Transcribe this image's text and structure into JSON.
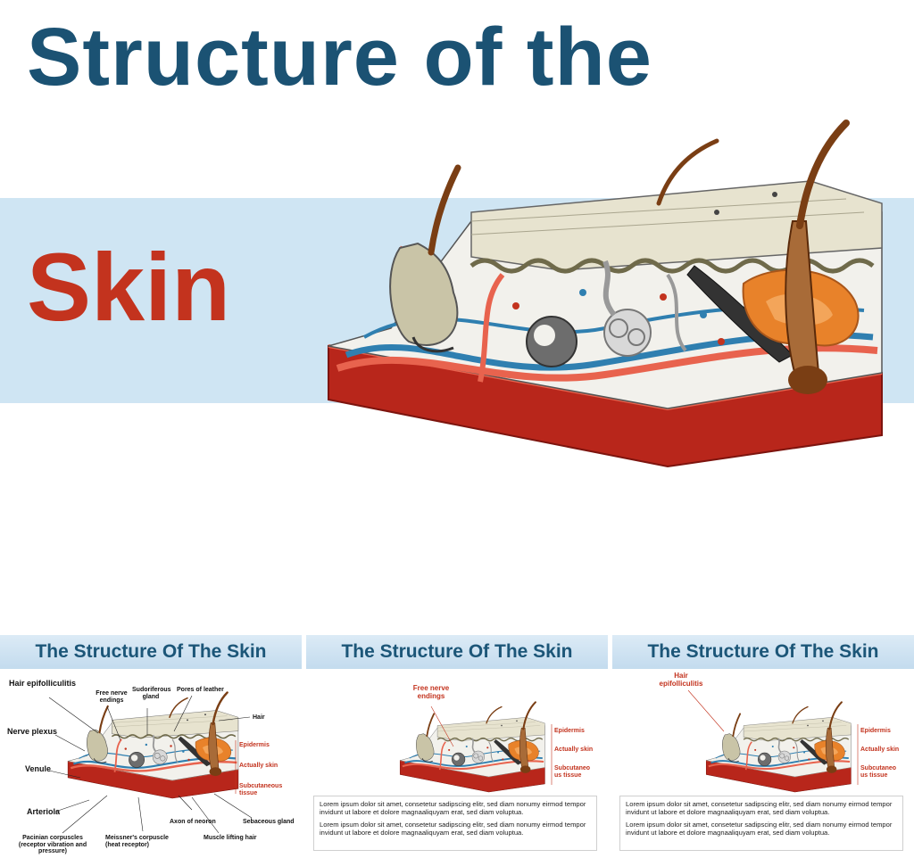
{
  "hero": {
    "title": "Structure of the",
    "subtitle": "Skin"
  },
  "colors": {
    "title_blue": "#1b5273",
    "subtitle_red": "#c3331e",
    "band_blue": "#cfe5f3",
    "base_red": "#b8261b",
    "vessel_red": "#e8634e",
    "vessel_blue": "#2f7fb0",
    "gland_orange": "#e8822a",
    "hair_brown": "#7a3e14"
  },
  "thumbnails": [
    {
      "title": "The Structure Of The Skin",
      "labels": {
        "hair_epifolliculitis": "Hair epifolliculitis",
        "free_nerve_endings": "Free nerve endings",
        "sudoriferous_gland": "Sudoriferous gland",
        "pores_of_leather": "Pores of leather",
        "hair": "Hair",
        "nerve_plexus": "Nerve plexus",
        "venule": "Venule",
        "arteriola": "Arteriola",
        "epidermis": "Epidermis",
        "actually_skin": "Actually skin",
        "subcutaneous_tissue": "Subcutaneous tissue",
        "sebaceous_gland": "Sebaceous gland",
        "axon_of_neoron": "Axon of neoron",
        "muscle_lifting_hair": "Muscle lifting hair",
        "meissners_corpuscle": "Meissner's corpuscle (heat receptor)",
        "pacinian_corpuscles": "Pacinian corpuscles (receptor vibration and pressure)"
      }
    },
    {
      "title": "The Structure Of The Skin",
      "callout": "Free nerve endings",
      "labels": {
        "epidermis": "Epidermis",
        "actually_skin": "Actually skin",
        "subcutaneous": "Subcutaneo us tissue"
      },
      "text": [
        "Lorem ipsum dolor sit amet, consetetur sadipscing elitr, sed diam nonumy eirmod tempor invidunt ut labore et dolore magnaaliquyam erat, sed diam voluptua.",
        "Lorem ipsum dolor sit amet, consetetur sadipscing elitr, sed diam nonumy eirmod tempor invidunt ut labore et dolore magnaaliquyam erat, sed diam voluptua."
      ]
    },
    {
      "title": "The Structure Of The Skin",
      "callout": "Hair epifolliculitis",
      "labels": {
        "epidermis": "Epidermis",
        "actually_skin": "Actually skin",
        "subcutaneous": "Subcutaneo us tissue"
      },
      "text": [
        "Lorem ipsum dolor sit amet, consetetur sadipscing elitr, sed diam nonumy eirmod tempor invidunt ut labore et dolore magnaaliquyam erat, sed diam voluptua.",
        "Lorem ipsum dolor sit amet, consetetur sadipscing elitr, sed diam nonumy eirmod tempor invidunt ut labore et dolore magnaaliquyam erat, sed diam voluptua."
      ]
    }
  ]
}
